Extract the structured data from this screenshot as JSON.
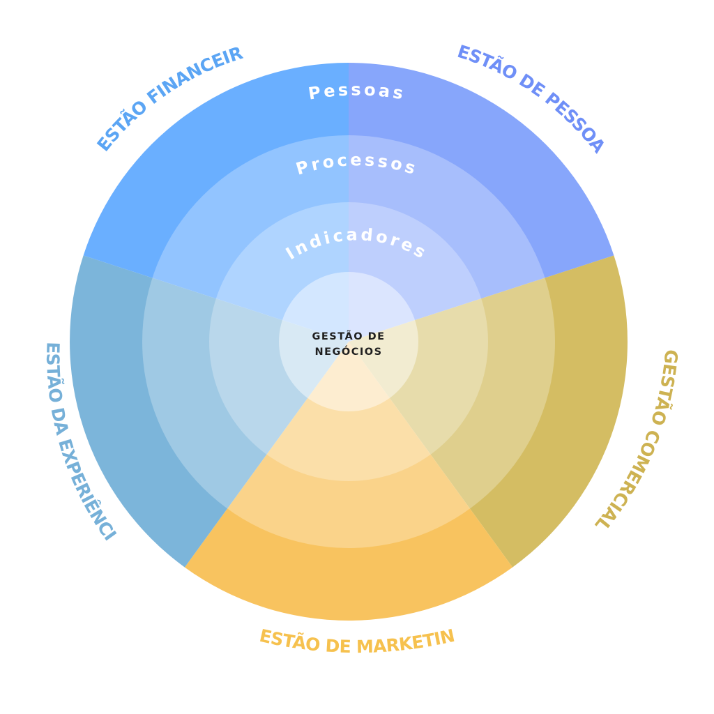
{
  "center": {
    "line1": "GESTÃO DE",
    "line2": "NEGÓCIOS"
  },
  "rings": {
    "outer": "Pessoas",
    "middle": "Processos",
    "inner": "Indicadores"
  },
  "sectors": [
    {
      "label": "GESTÃO DE PESSOAS",
      "color": "#87a6fb",
      "text_color": "#6f8ff7"
    },
    {
      "label": "GESTÃO COMERCIAL",
      "color": "#d4bd63",
      "text_color": "#cdb252"
    },
    {
      "label": "GESTÃO DE MARKETING",
      "color": "#f8c35f",
      "text_color": "#f6c14e"
    },
    {
      "label": "GESTÃO DA EXPERIÊNCIA",
      "color": "#7cb5da",
      "text_color": "#76b0d8"
    },
    {
      "label": "GESTÃO FINANCEIRA",
      "color": "#6aafff",
      "text_color": "#5ba5f4"
    }
  ]
}
